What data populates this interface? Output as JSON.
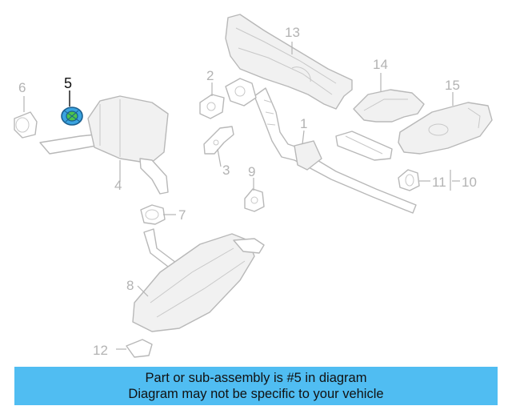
{
  "banner": {
    "line1": "Part or sub-assembly is #5 in diagram",
    "line2": "Diagram may not be specific to your vehicle",
    "color": "#50bdf2"
  },
  "highlight": {
    "part": "5",
    "color": "#3aa3e0",
    "accent": "#4cc44c"
  },
  "callouts": {
    "c1": "1",
    "c2": "2",
    "c3": "3",
    "c4": "4",
    "c5": "5",
    "c6": "6",
    "c7": "7",
    "c8": "8",
    "c9": "9",
    "c10": "10",
    "c11": "11",
    "c12": "12",
    "c13": "13",
    "c14": "14",
    "c15": "15"
  }
}
